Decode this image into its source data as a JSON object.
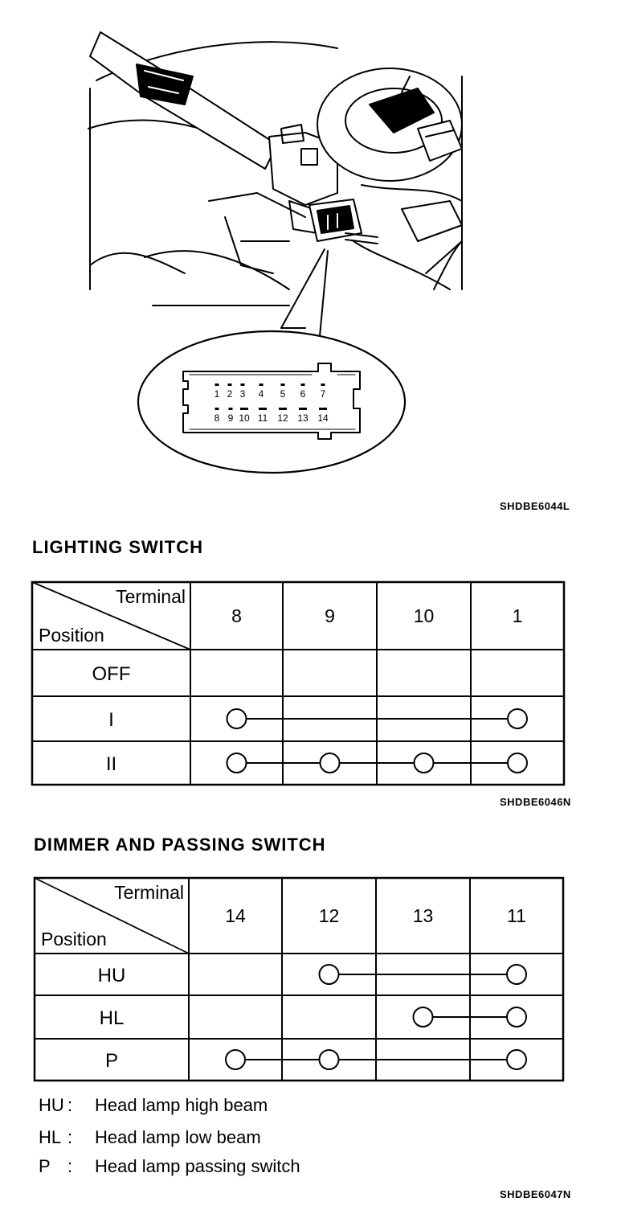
{
  "connector": {
    "top_row": [
      "1",
      "2",
      "3",
      "4",
      "5",
      "6",
      "7"
    ],
    "bottom_row": [
      "8",
      "9",
      "10",
      "11",
      "12",
      "13",
      "14"
    ]
  },
  "figure_codes": {
    "illustration": "SHDBE6044L",
    "lighting": "SHDBE6046N",
    "dimmer": "SHDBE6047N"
  },
  "lighting_switch": {
    "title": "LIGHTING SWITCH",
    "header_terminal": "Terminal",
    "header_position": "Position",
    "terminals": [
      "8",
      "9",
      "10",
      "1"
    ],
    "rows": [
      {
        "position": "OFF",
        "connected": []
      },
      {
        "position": "I",
        "connected": [
          0,
          3
        ]
      },
      {
        "position": "II",
        "connected": [
          0,
          1,
          2,
          3
        ]
      }
    ]
  },
  "dimmer_switch": {
    "title": "DIMMER AND PASSING SWITCH",
    "header_terminal": "Terminal",
    "header_position": "Position",
    "terminals": [
      "14",
      "12",
      "13",
      "11"
    ],
    "rows": [
      {
        "position": "HU",
        "connected": [
          1,
          3
        ]
      },
      {
        "position": "HL",
        "connected": [
          2,
          3
        ]
      },
      {
        "position": "P",
        "connected": [
          0,
          1,
          3
        ]
      }
    ]
  },
  "legend": [
    {
      "key": "HU",
      "sep": ":",
      "desc": "Head lamp high beam"
    },
    {
      "key": "HL",
      "sep": ":",
      "desc": "Head lamp low beam"
    },
    {
      "key": "P",
      "sep": ":",
      "desc": "Head lamp passing switch"
    }
  ]
}
